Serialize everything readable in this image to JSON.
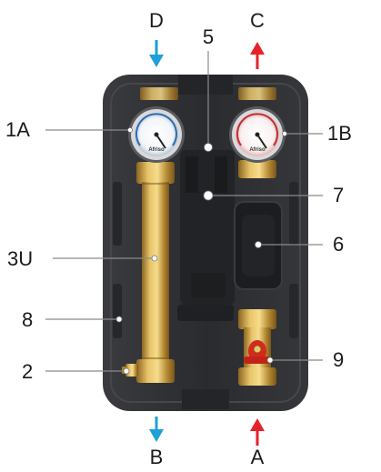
{
  "labels": {
    "D": "D",
    "C": "C",
    "five": "5",
    "oneA": "1A",
    "oneB": "1B",
    "seven": "7",
    "six": "6",
    "threeU": "3U",
    "eight": "8",
    "two": "2",
    "nine": "9",
    "B": "B",
    "A": "A"
  },
  "gauges": {
    "brand": "Afriso"
  },
  "colors": {
    "return_arrow": "#1ea0d8",
    "flow_arrow": "#e5222a",
    "insulation": "#2f3033",
    "brass": "#c79a3a",
    "valve_handle": "#d42a1e"
  },
  "icons": {
    "down_arrows": "arrow-down-icon",
    "up_arrows": "arrow-up-icon"
  }
}
